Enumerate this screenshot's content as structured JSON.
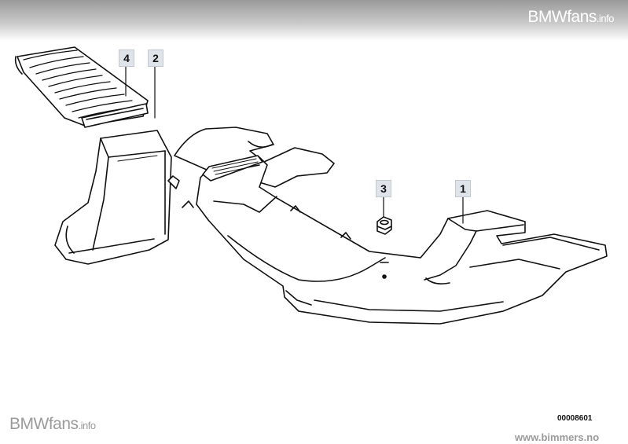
{
  "watermark_top": {
    "brand": "BMWfans",
    "suffix": ".info"
  },
  "watermark_bottom": {
    "brand": "BMWfans",
    "suffix": ".info"
  },
  "callouts": [
    "4",
    "2",
    "3",
    "1"
  ],
  "diagram_number": "00008601",
  "source_site": "www.bimmers.no"
}
